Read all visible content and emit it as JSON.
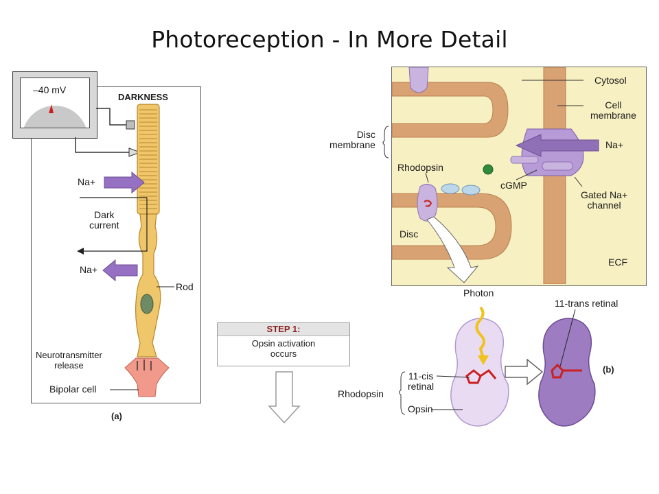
{
  "title": "Photoreception  - In More Detail",
  "panel_a": {
    "meter_reading": "–40 mV",
    "darkness": "DARKNESS",
    "na_in": "Na+",
    "dark_current": "Dark\ncurrent",
    "na_out": "Na+",
    "rod": "Rod",
    "neurotransmitter_release": "Neurotransmitter\nrelease",
    "bipolar_cell": "Bipolar cell",
    "caption": "(a)"
  },
  "step": {
    "heading": "STEP 1:",
    "text": "Opsin activation\noccurs"
  },
  "panel_b": {
    "cytosol": "Cytosol",
    "cell_membrane": "Cell\nmembrane",
    "disc_membrane": "Disc\nmembrane",
    "na": "Na+",
    "rhodopsin": "Rhodopsin",
    "cgmp": "cGMP",
    "gated_channel": "Gated Na+\nchannel",
    "disc": "Disc",
    "ecf": "ECF",
    "photon": "Photon",
    "trans_retinal": "11-trans retinal",
    "cis_retinal": "11-cis\nretinal",
    "rhodopsin_lower": "Rhodopsin",
    "opsin": "Opsin",
    "caption": "(b)"
  },
  "colors": {
    "membrane": "#d9a273",
    "cytosol": "#f7f0c2",
    "purple": "#8f6fb5",
    "purple_light": "#c9b3df",
    "rod_body": "#f0c66a",
    "retinal": "#cc1f1f",
    "cgmp": "#2f8a3b"
  }
}
